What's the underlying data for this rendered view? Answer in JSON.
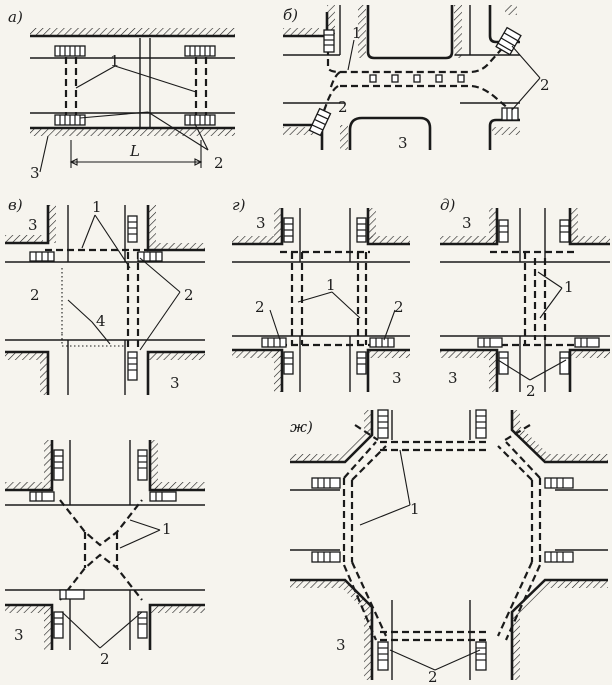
{
  "panels": [
    {
      "id": "a",
      "label": "а)",
      "callouts": [
        "1",
        "2",
        "3"
      ],
      "dimension": "L"
    },
    {
      "id": "b",
      "label": "б)",
      "callouts": [
        "1",
        "2",
        "2",
        "3"
      ]
    },
    {
      "id": "v",
      "label": "в)",
      "callouts": [
        "3",
        "1",
        "2",
        "2",
        "4",
        "3"
      ]
    },
    {
      "id": "g",
      "label": "г)",
      "callouts": [
        "3",
        "1",
        "2",
        "2",
        "3"
      ]
    },
    {
      "id": "d",
      "label": "д)",
      "callouts": [
        "3",
        "1",
        "3",
        "2"
      ]
    },
    {
      "id": "e",
      "label": "",
      "callouts": [
        "1",
        "3",
        "2"
      ]
    },
    {
      "id": "zh",
      "label": "ж)",
      "callouts": [
        "1",
        "3",
        "2"
      ]
    }
  ]
}
